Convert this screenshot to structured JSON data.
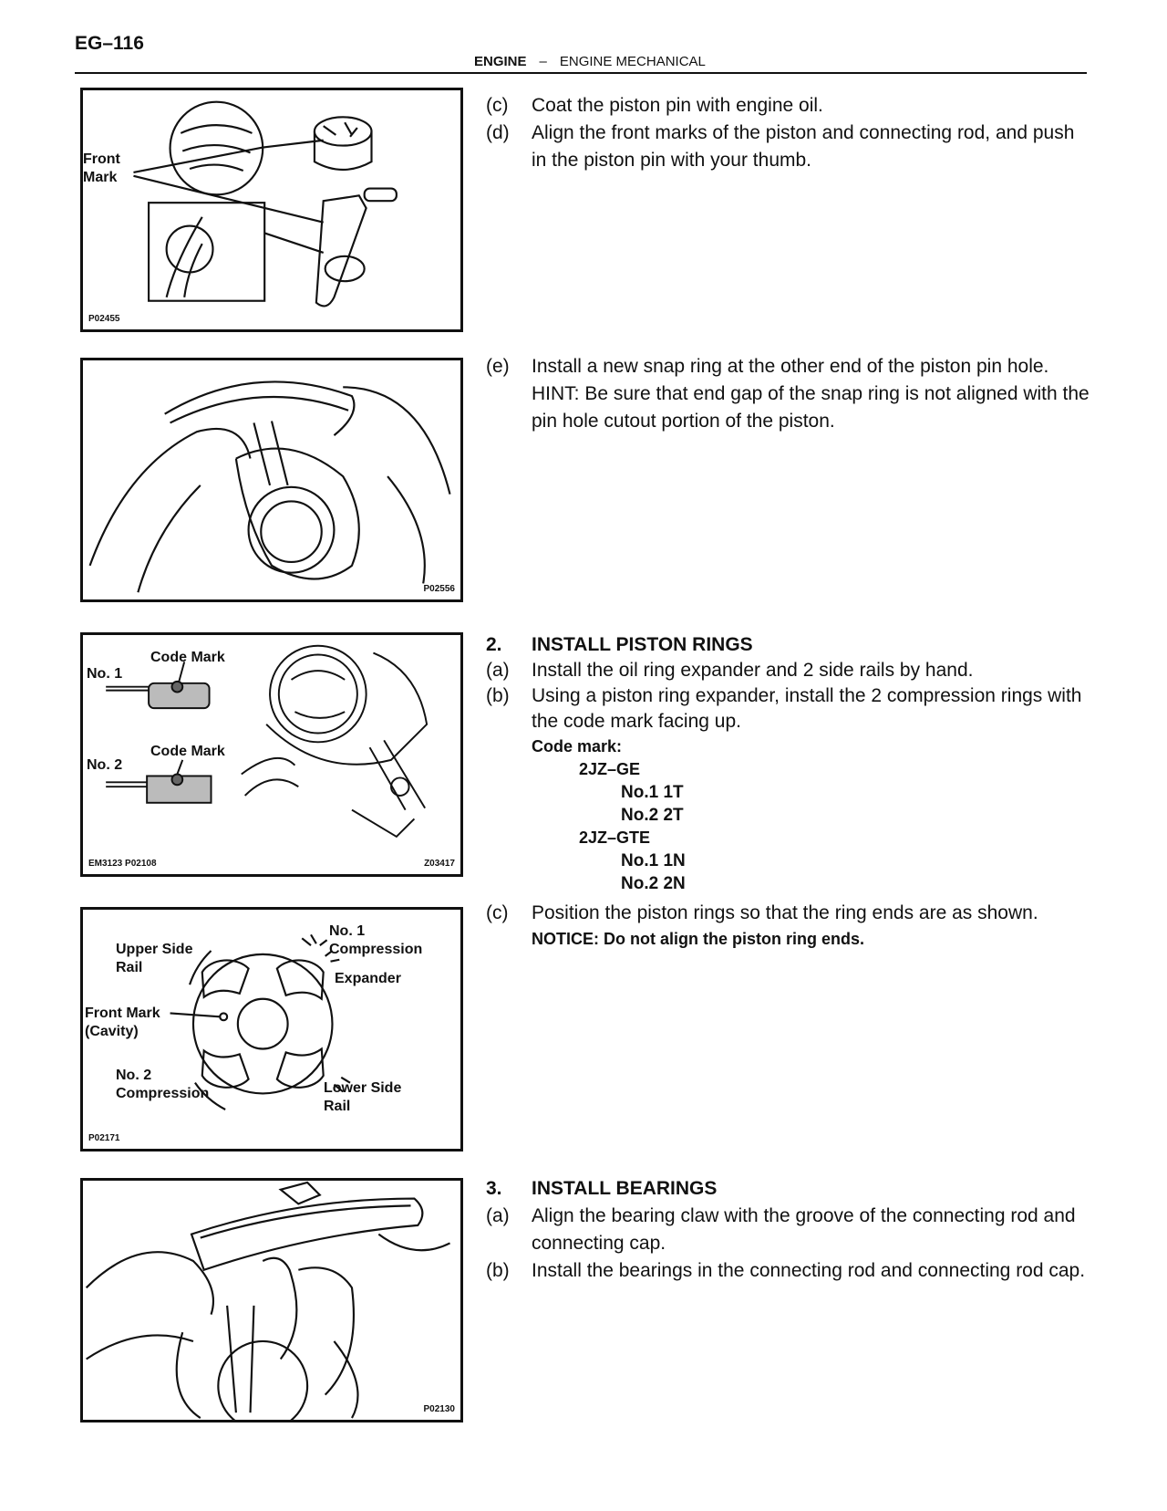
{
  "header": {
    "page_number": "EG–116",
    "section": "ENGINE",
    "separator": "–",
    "subsection": "ENGINE MECHANICAL"
  },
  "figures": [
    {
      "id": "P02455",
      "labels": [
        "Front\nMark"
      ]
    },
    {
      "id": "P02556",
      "labels": []
    },
    {
      "id": "EM3123 P02108",
      "id2": "Z03417",
      "labels": [
        "Code Mark",
        "No. 1",
        "Code Mark",
        "No. 2"
      ]
    },
    {
      "id": "P02171",
      "labels": [
        "Upper Side\nRail",
        "No. 1\nCompression",
        "Expander",
        "Front Mark\n(Cavity)",
        "No. 2\nCompression",
        "Lower Side\nRail"
      ]
    },
    {
      "id": "P02130",
      "labels": []
    }
  ],
  "sections": [
    {
      "steps": [
        {
          "key": "(c)",
          "text": "Coat the piston pin with engine oil."
        },
        {
          "key": "(d)",
          "text": "Align the front marks of the piston and connecting rod, and push in the piston pin with your thumb."
        }
      ]
    },
    {
      "steps": [
        {
          "key": "(e)",
          "text": "Install a new snap ring at the other end of the piston pin hole."
        }
      ],
      "hint": "HINT: Be sure that end gap of the snap ring is not aligned with the pin hole cutout portion of the piston."
    },
    {
      "heading_num": "2.",
      "heading": "INSTALL PISTON RINGS",
      "steps": [
        {
          "key": "(a)",
          "text": "Install the oil ring expander and 2 side rails by hand."
        },
        {
          "key": "(b)",
          "text": "Using a piston ring expander, install the 2 compression rings with the code mark facing up."
        }
      ],
      "spec_title": "Code mark:",
      "specs": [
        {
          "engine": "2JZ–GE",
          "marks": [
            "No.1 1T",
            "No.2 2T"
          ]
        },
        {
          "engine": "2JZ–GTE",
          "marks": [
            "No.1 1N",
            "No.2 2N"
          ]
        }
      ]
    },
    {
      "steps": [
        {
          "key": "(c)",
          "text": "Position the piston rings so that the ring ends are as shown."
        }
      ],
      "notice": "NOTICE: Do not align the piston ring ends."
    },
    {
      "heading_num": "3.",
      "heading": "INSTALL BEARINGS",
      "steps": [
        {
          "key": "(a)",
          "text": "Align the bearing claw with the groove of the connecting rod and connecting cap."
        },
        {
          "key": "(b)",
          "text": "Install the bearings in the connecting rod and connecting rod cap."
        }
      ]
    }
  ]
}
